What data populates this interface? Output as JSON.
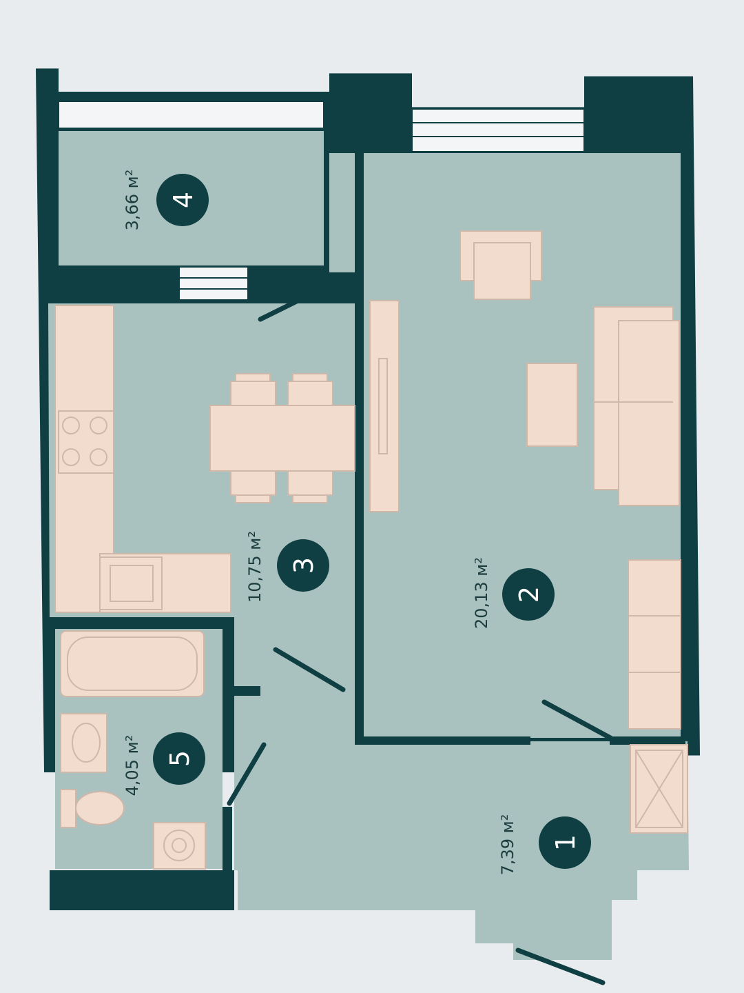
{
  "colors": {
    "wall": "#0f3f42",
    "floor": "#a9c2c0",
    "furniture": "#f2dccd",
    "furniture_stroke": "#cfb8a9",
    "paper": "#e9ecef",
    "badge": "#0f3f42"
  },
  "rooms": [
    {
      "number": "1",
      "area": "7,39 м²"
    },
    {
      "number": "2",
      "area": "20,13 м²"
    },
    {
      "number": "3",
      "area": "10,75 м²"
    },
    {
      "number": "4",
      "area": "3,66 м²"
    },
    {
      "number": "5",
      "area": "4,05 м²"
    }
  ],
  "icons": [
    "sofa-icon",
    "armchair-icon",
    "coffee-table-icon",
    "tv-unit-icon",
    "wardrobe-icon",
    "dining-table-icon",
    "chair-icon",
    "kitchen-counter-icon",
    "stove-icon",
    "sink-icon",
    "bathtub-icon",
    "washbasin-icon",
    "toilet-icon",
    "washing-machine-icon",
    "door-icon",
    "window-icon"
  ]
}
